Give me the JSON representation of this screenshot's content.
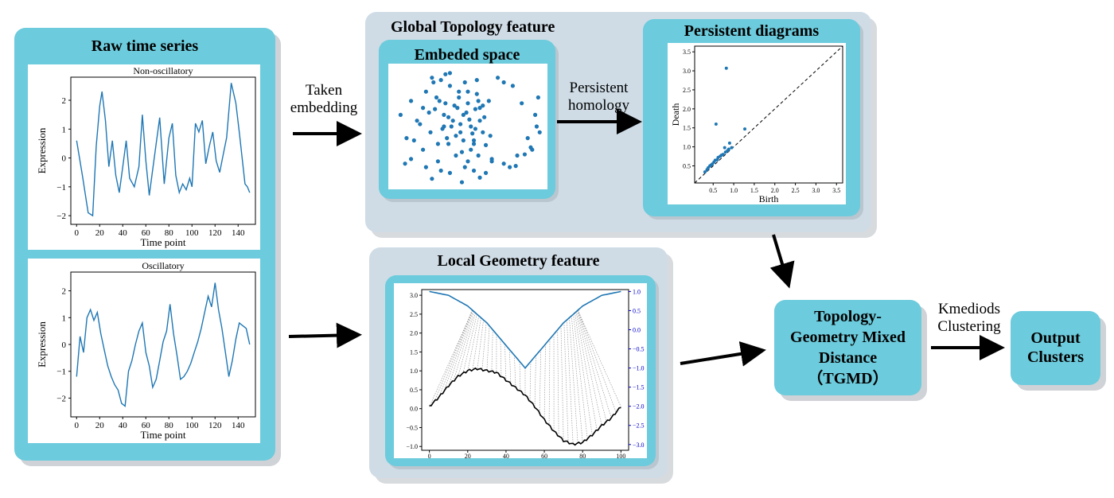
{
  "raw": {
    "title": "Raw time series",
    "plot1": {
      "title": "Non-oscillatory",
      "xlabel": "Time point",
      "ylabel": "Expression",
      "xticks": [
        "0",
        "20",
        "40",
        "60",
        "80",
        "100",
        "120",
        "140"
      ],
      "yticks": [
        "2",
        "1",
        "0",
        "−1",
        "−2"
      ]
    },
    "plot2": {
      "title": "Oscillatory",
      "xlabel": "Time point",
      "ylabel": "Expression",
      "xticks": [
        "0",
        "20",
        "40",
        "60",
        "80",
        "100",
        "120",
        "140"
      ],
      "yticks": [
        "2",
        "1",
        "0",
        "−1",
        "−2"
      ]
    }
  },
  "arrows": {
    "taken": "Taken\nembedding",
    "persistent": "Persistent\nhomology",
    "kmedoids": "Kmediods\nClustering"
  },
  "global": {
    "title": "Global Topology feature",
    "embed_title": "Embeded space"
  },
  "persist": {
    "title": "Persistent diagrams",
    "xlabel": "Birth",
    "ylabel": "Death",
    "xticks": [
      "0.5",
      "1.0",
      "1.5",
      "2.0",
      "2.5",
      "3.0",
      "3.5"
    ],
    "yticks": [
      "3.5",
      "3.0",
      "2.5",
      "2.0",
      "1.5",
      "1.0",
      "0.5"
    ]
  },
  "local": {
    "title": "Local Geometry feature",
    "yticks_left": [
      "3.0",
      "2.5",
      "2.0",
      "1.5",
      "1.0",
      "0.5",
      "0.0",
      "−0.5",
      "−1.0"
    ],
    "yticks_right": [
      "1.0",
      "0.5",
      "0.0",
      "−0.5",
      "−1.0",
      "−1.5",
      "−2.0",
      "−2.5",
      "−3.0"
    ],
    "xticks": [
      "0",
      "20",
      "40",
      "60",
      "80",
      "100"
    ]
  },
  "tgmd": {
    "line1": "Topology-",
    "line2": "Geometry Mixed",
    "line3": "Distance",
    "line4": "（TGMD）"
  },
  "output": {
    "line1": "Output",
    "line2": "Clusters"
  },
  "colors": {
    "teal": "#6ccbdc",
    "grey_panel": "#cfdce6",
    "series": "#1f77b4",
    "right_axis": "#0000cc"
  },
  "chart_data": [
    {
      "type": "line",
      "title": "Non-oscillatory",
      "xlabel": "Time point",
      "ylabel": "Expression",
      "xlim": [
        -5,
        155
      ],
      "ylim": [
        -2.3,
        2.8
      ],
      "x": [
        0,
        5,
        10,
        14,
        17,
        20,
        22,
        25,
        28,
        31,
        34,
        37,
        40,
        43,
        46,
        50,
        54,
        57,
        60,
        63,
        66,
        69,
        72,
        76,
        80,
        83,
        86,
        89,
        92,
        95,
        98,
        100,
        103,
        106,
        109,
        112,
        115,
        118,
        121,
        124,
        127,
        130,
        134,
        138,
        141,
        144,
        146,
        148,
        150
      ],
      "y": [
        0.6,
        -0.6,
        -1.9,
        -2.0,
        0.4,
        1.8,
        2.3,
        1.3,
        -0.3,
        0.6,
        -0.6,
        -1.2,
        -0.3,
        0.6,
        -0.7,
        -1.0,
        -0.3,
        1.5,
        -0.1,
        -1.3,
        -0.4,
        0.5,
        1.4,
        -0.9,
        0.7,
        1.2,
        -0.6,
        -1.2,
        -0.9,
        -1.1,
        -0.7,
        -1.0,
        1.2,
        0.9,
        1.3,
        -0.2,
        0.4,
        0.9,
        -0.1,
        -0.5,
        0.1,
        0.7,
        2.6,
        1.9,
        0.9,
        -0.2,
        -0.9,
        -1.0,
        -1.2
      ]
    },
    {
      "type": "line",
      "title": "Oscillatory",
      "xlabel": "Time point",
      "ylabel": "Expression",
      "xlim": [
        -5,
        155
      ],
      "ylim": [
        -2.7,
        2.7
      ],
      "x": [
        0,
        3,
        6,
        9,
        12,
        15,
        18,
        21,
        24,
        27,
        30,
        33,
        36,
        39,
        42,
        45,
        48,
        51,
        54,
        57,
        60,
        63,
        66,
        69,
        72,
        75,
        78,
        81,
        84,
        87,
        90,
        93,
        96,
        99,
        102,
        105,
        108,
        111,
        114,
        117,
        120,
        123,
        126,
        129,
        132,
        135,
        138,
        141,
        144,
        147,
        150
      ],
      "y": [
        -1.2,
        0.3,
        -0.3,
        1.0,
        1.3,
        0.9,
        1.2,
        0.4,
        -0.2,
        -0.8,
        -1.2,
        -1.5,
        -1.7,
        -2.2,
        -2.3,
        -1.0,
        -0.6,
        0.0,
        0.5,
        0.8,
        -0.3,
        -0.8,
        -1.6,
        -1.3,
        -0.6,
        0.1,
        0.5,
        1.5,
        0.4,
        -0.4,
        -1.3,
        -1.2,
        -1.0,
        -0.7,
        -0.3,
        0.1,
        0.6,
        1.2,
        1.8,
        1.4,
        2.3,
        1.3,
        0.6,
        -0.3,
        -1.2,
        -0.6,
        0.2,
        0.8,
        0.7,
        0.6,
        0.0
      ]
    },
    {
      "type": "scatter",
      "title": "Embeded space",
      "x": [
        0.05,
        0.09,
        0.12,
        0.16,
        0.2,
        0.22,
        0.25,
        0.28,
        0.3,
        0.32,
        0.34,
        0.35,
        0.37,
        0.38,
        0.4,
        0.42,
        0.44,
        0.45,
        0.47,
        0.48,
        0.5,
        0.52,
        0.54,
        0.55,
        0.56,
        0.57,
        0.58,
        0.6,
        0.62,
        0.64,
        0.66,
        0.7,
        0.74,
        0.78,
        0.8,
        0.83,
        0.86,
        0.9,
        0.93,
        0.95,
        0.96,
        0.97,
        0.98,
        0.22,
        0.26,
        0.3,
        0.34,
        0.38,
        0.42,
        0.46,
        0.5,
        0.54,
        0.12,
        0.18,
        0.24,
        0.29,
        0.33,
        0.37,
        0.41,
        0.45,
        0.49,
        0.53,
        0.57,
        0.61,
        0.65,
        0.36,
        0.39,
        0.43,
        0.47,
        0.51,
        0.55,
        0.58,
        0.62,
        0.27,
        0.31,
        0.35,
        0.44,
        0.48,
        0.52,
        0.56,
        0.6,
        0.08,
        0.14,
        0.2,
        0.26,
        0.32,
        0.38,
        0.46,
        0.5,
        0.54,
        0.58,
        0.66,
        0.74,
        0.82,
        0.88,
        0.92
      ],
      "y": [
        0.6,
        0.4,
        0.72,
        0.55,
        0.3,
        0.8,
        0.45,
        0.65,
        0.2,
        0.9,
        0.5,
        0.7,
        0.35,
        0.85,
        0.55,
        0.25,
        0.75,
        0.45,
        0.6,
        0.15,
        0.8,
        0.5,
        0.35,
        0.65,
        0.9,
        0.25,
        0.55,
        0.45,
        0.1,
        0.72,
        0.2,
        0.92,
        0.88,
        0.15,
        0.85,
        0.25,
        0.7,
        0.4,
        0.3,
        0.6,
        0.5,
        0.75,
        0.45,
        0.15,
        0.05,
        0.35,
        0.6,
        0.1,
        0.42,
        0.28,
        0.7,
        0.38,
        0.22,
        0.52,
        0.62,
        0.75,
        0.48,
        0.58,
        0.68,
        0.52,
        0.62,
        0.44,
        0.72,
        0.58,
        0.42,
        0.4,
        0.5,
        0.66,
        0.38,
        0.56,
        0.48,
        0.66,
        0.34,
        0.88,
        0.72,
        0.95,
        0.8,
        0.88,
        0.3,
        0.78,
        0.68,
        0.18,
        0.38,
        0.66,
        0.92,
        0.12,
        0.96,
        0.02,
        0.2,
        0.12,
        0.06,
        0.22,
        0.18,
        0.16,
        0.26,
        0.32
      ]
    },
    {
      "type": "scatter",
      "title": "Persistent diagrams",
      "xlabel": "Birth",
      "ylabel": "Death",
      "xlim": [
        0.05,
        3.65
      ],
      "ylim": [
        0.05,
        3.65
      ],
      "x": [
        0.82,
        0.57,
        1.27,
        0.9,
        0.78,
        0.85,
        0.7,
        0.62,
        0.55,
        0.48,
        0.42,
        0.38,
        0.35,
        0.3,
        0.45,
        0.52,
        0.6,
        0.67,
        0.74,
        0.8,
        0.88,
        0.95
      ],
      "y": [
        3.07,
        1.6,
        1.47,
        1.1,
        0.98,
        0.9,
        0.78,
        0.72,
        0.65,
        0.55,
        0.5,
        0.45,
        0.4,
        0.34,
        0.52,
        0.6,
        0.66,
        0.75,
        0.8,
        0.86,
        0.94,
        0.98
      ],
      "diagonal": true
    },
    {
      "type": "line",
      "title": "Local Geometry feature",
      "xlim": [
        -4,
        104
      ],
      "ylim_left": [
        -1.1,
        3.15
      ],
      "ylim_right": [
        -3.15,
        1.05
      ],
      "series": [
        {
          "axis": "right",
          "color": "#1f77b4",
          "x": [
            0,
            10,
            20,
            30,
            40,
            50,
            60,
            70,
            80,
            90,
            100
          ],
          "y": [
            1.0,
            0.9,
            0.62,
            0.18,
            -0.41,
            -1.0,
            -0.41,
            0.18,
            0.62,
            0.9,
            1.0
          ]
        },
        {
          "axis": "left",
          "color": "#000000",
          "x": [
            0,
            5,
            10,
            15,
            20,
            25,
            30,
            35,
            40,
            45,
            50,
            55,
            60,
            65,
            70,
            75,
            80,
            85,
            90,
            95,
            100
          ],
          "y": [
            0.05,
            0.3,
            0.6,
            0.85,
            1.0,
            1.05,
            1.0,
            0.95,
            0.75,
            0.55,
            0.35,
            0.05,
            -0.3,
            -0.6,
            -0.85,
            -0.95,
            -0.9,
            -0.7,
            -0.45,
            -0.25,
            0.05
          ]
        }
      ]
    }
  ]
}
